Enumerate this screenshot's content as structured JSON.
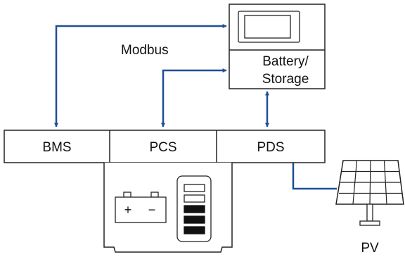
{
  "labels": {
    "protocol": "Modbus",
    "storage_line1": "Battery/",
    "storage_line2": "Storage",
    "bms": "BMS",
    "pcs": "PCS",
    "pds": "PDS",
    "pv": "PV"
  },
  "battery_icon": {
    "plus": "+",
    "minus": "−",
    "cells_filled": 3,
    "cells_total": 5
  },
  "colors": {
    "link": "#1f4e97",
    "outline": "#222222",
    "fill": "#111111"
  }
}
